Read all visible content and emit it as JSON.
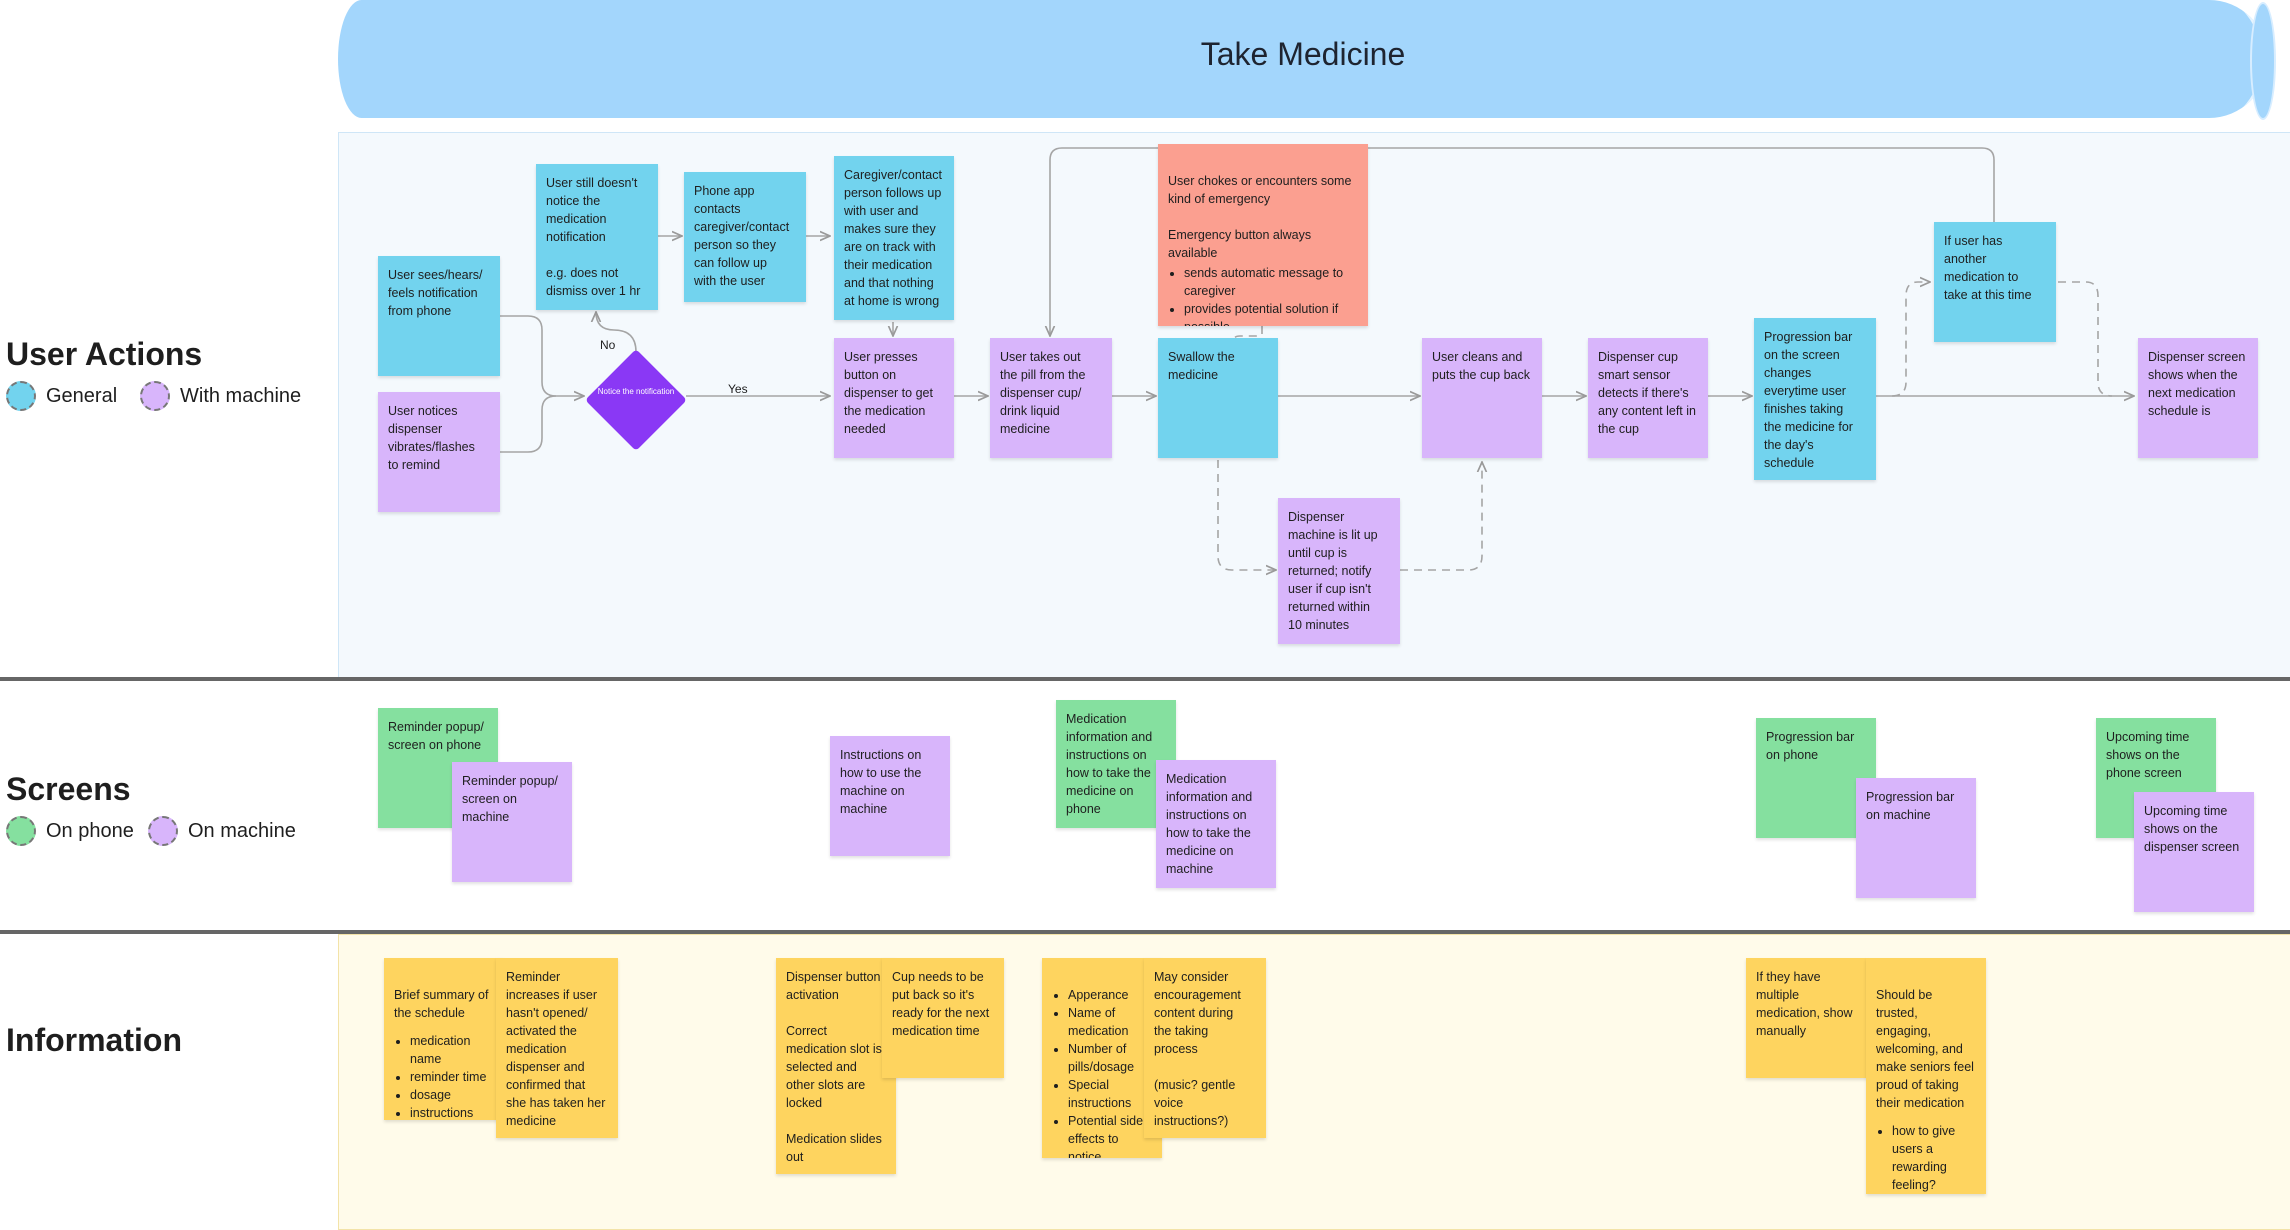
{
  "title": "Take Medicine",
  "lanes": {
    "user_actions": "User Actions",
    "screens": "Screens",
    "information": "Information"
  },
  "legend": {
    "general": "General",
    "with_machine": "With machine",
    "on_phone": "On phone",
    "on_machine": "On machine"
  },
  "colors": {
    "general": "#72d3ee",
    "with_machine": "#d8b5fb",
    "emergency": "#fb9f90",
    "on_phone": "#85e09f",
    "information": "#fed45f",
    "decision": "#8a38f5",
    "banner": "#a3d6fc"
  },
  "decision": {
    "label": "Notice the notification",
    "yes": "Yes",
    "no": "No"
  },
  "user_actions": {
    "sees_notification": "User sees/hears/\nfeels notification\nfrom phone",
    "notices_dispenser": "User notices\ndispenser\nvibrates/flashes\nto remind",
    "still_doesnt_notice": "User still doesn't\nnotice the\nmedication\nnotification\n\ne.g. does not\ndismiss over 1 hr",
    "phone_app_contacts": "Phone app\ncontacts\ncaregiver/contact\nperson so they\ncan follow up\nwith the user",
    "caregiver_follows": "Caregiver/contact\nperson follows up\nwith user and\nmakes sure they\nare on track with\ntheir medication\nand that nothing\nat home is wrong",
    "presses_button": "User presses\nbutton on\ndispenser to  get\nthe medication\nneeded",
    "takes_pill": "User takes out\nthe pill from the\ndispenser cup/\ndrink liquid\nmedicine",
    "emergency_intro": "User chokes or encounters some\nkind of emergency\n\nEmergency button always\navailable",
    "emergency_bullets": [
      "sends automatic message to caregiver",
      "provides potential solution if possible"
    ],
    "swallow": "Swallow the\nmedicine",
    "machine_lit": "Dispenser\nmachine is lit up\nuntil cup is\nreturned;  notify\nuser if cup isn't\nreturned within\n10 minutes",
    "cleans_cup": "User cleans and\nputs the cup back",
    "smart_sensor": "Dispenser cup\nsmart sensor\ndetects if there's\nany content left in\nthe cup",
    "progression_bar": "Progression bar\non the screen\nchanges\neverytime user\nfinishes taking\nthe medicine for\nthe day's\nschedule",
    "another_med": "If user has\nanother\nmedication to\ntake at this time",
    "next_schedule": "Dispenser screen\nshows when the\nnext medication\nschedule is"
  },
  "screens": {
    "reminder_phone": "Reminder popup/\nscreen on phone",
    "reminder_machine": "Reminder popup/\nscreen on\nmachine",
    "instructions_machine": "Instructions on\nhow to use the\nmachine on\nmachine",
    "med_info_phone": "Medication\ninformation and\ninstructions on\nhow to take the\nmedicine on\nphone",
    "med_info_machine": "Medication\ninformation and\ninstructions on\nhow to take the\nmedicine on\nmachine",
    "progress_phone": "Progression bar\non phone",
    "progress_machine": "Progression bar\non machine",
    "upcoming_phone": "Upcoming time\nshows on the\nphone screen",
    "upcoming_machine": "Upcoming time\nshows on the\ndispenser screen"
  },
  "information": {
    "brief_summary": "Brief summary of\nthe schedule",
    "brief_bullets": [
      "medication name",
      "reminder time",
      "dosage",
      "instructions"
    ],
    "reminder_increases": "Reminder\nincreases if user\nhasn't opened/\nactivated the\nmedication\ndispenser and\nconfirmed that\nshe has taken her\nmedicine",
    "dispenser_activation": "Dispenser button\nactivation\n\nCorrect\nmedication slot is\nselected and\nother slots are\nlocked\n\nMedication slides\nout",
    "cup_back": "Cup needs to be\nput back so it's\nready for the next\nmedication time",
    "appearance_bullets": [
      "Apperance",
      "Name of medication",
      "Number of pills/dosage",
      "Special instructions",
      "Potential side effects to notice"
    ],
    "encouragement": "May consider\nencouragement\ncontent during\nthe taking\nprocess\n\n(music? gentle\nvoice\ninstructions?)",
    "multiple_med": "If they have\nmultiple\nmedication, show\nmanually",
    "trusted": "Should be\ntrusted,\nengaging,\nwelcoming, and\nmake seniors feel\nproud of taking\ntheir medication",
    "trusted_bullets": [
      "how to give users a rewarding feeling?"
    ]
  }
}
